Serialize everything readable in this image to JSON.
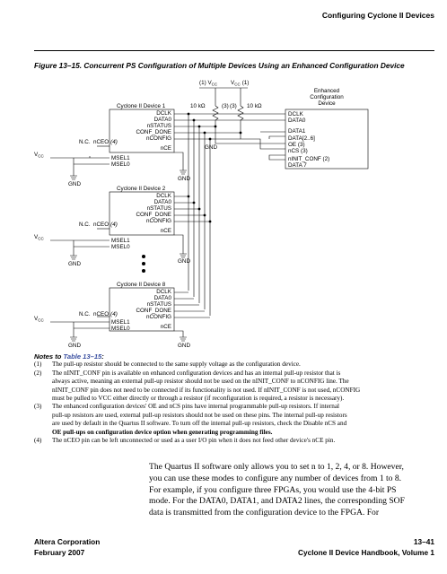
{
  "header": {
    "running_title": "Configuring Cyclone II Devices"
  },
  "figure": {
    "title": "Figure 13–15. Concurrent PS Configuration of Multiple Devices Using an Enhanced Configuration Device",
    "vcc_top1": "(1) V",
    "vcc_top1_sub": "CC",
    "vcc_top2": "V",
    "vcc_top2_sub": "CC",
    "vcc_top2_note": "(1)",
    "r1": "10 kΩ",
    "r2": "10 kΩ",
    "note3a": "(3)",
    "note3b": "(3)",
    "gnd": "GND",
    "nc": "N.C.",
    "vcc_left": "V",
    "vcc_left_sub": "CC",
    "devices": [
      {
        "name": "Cyclone II Device 1",
        "pins": [
          "DCLK",
          "DATA0",
          "nSTATUS",
          "CONF_DONE",
          "nCONFIG"
        ],
        "nceo": "nCEO",
        "nceo_note": "(4)",
        "nce": "nCE",
        "msel1": "MSEL1",
        "msel0": "MSEL0"
      },
      {
        "name": "Cyclone II Device 2",
        "pins": [
          "DCLK",
          "DATA0",
          "nSTATUS",
          "CONF_DONE",
          "nCONFIG"
        ],
        "nceo": "nCEO",
        "nceo_note": "(4)",
        "nce": "nCE",
        "msel1": "MSEL1",
        "msel0": "MSEL0"
      },
      {
        "name": "Cyclone II Device 8",
        "pins": [
          "DCLK",
          "DATA0",
          "nSTATUS",
          "CONF_DONE",
          "nCONFIG"
        ],
        "nceo": "nCEO",
        "nceo_note": "(4)",
        "nce": "nCE",
        "msel1": "MSEL1",
        "msel0": "MSEL0"
      }
    ],
    "enhanced": {
      "title_lines": [
        "Enhanced",
        "Configuration",
        "Device"
      ],
      "pins": [
        "DCLK",
        "DATA0",
        "DATA1",
        "DATA[2..6]",
        "OE (3)",
        "nCS (3)",
        "nINIT_CONF (2)",
        "DATA 7"
      ]
    }
  },
  "notes": {
    "heading_prefix": "Notes to ",
    "heading_link": "Table 13–15",
    "heading_suffix": ":",
    "items": [
      {
        "num": "(1)",
        "lines": [
          "The pull-up resistor should be connected to the same supply voltage as the configuration device."
        ]
      },
      {
        "num": "(2)",
        "lines": [
          "The nINIT_CONF pin is available on enhanced configuration devices and has an internal pull-up resistor that is",
          "always active, meaning an external pull-up resistor should not be used on the nINIT_CONF to nCONFIG line. The",
          "nINIT_CONF pin does not need to be connected if its functionality is not used. If nINIT_CONF is not used, nCONFIG",
          "must be pulled to VCC either directly or through a resistor (if reconfiguration is required, a resistor is necessary)."
        ]
      },
      {
        "num": "(3)",
        "lines": [
          "The enhanced configuration devices' OE and nCS pins have internal programmable pull-up resistors. If internal",
          "pull-up resistors are used, external pull-up resistors should not be used on these pins. The internal pull-up resistors",
          "are used by default in the Quartus II software. To turn off the internal pull-up resistors, check the Disable nCS and",
          "OE pull-ups on configuration device option when generating programming files."
        ]
      },
      {
        "num": "(4)",
        "lines": [
          "The nCEO pin can be left unconnected or used as a user I/O pin when it does not feed other device's nCE pin."
        ]
      }
    ]
  },
  "body_text": [
    "The Quartus II software only allows you to set n to 1, 2, 4, or 8. However,",
    "you can use these modes to configure any number of devices from 1 to 8.",
    "For example, if you configure three FPGAs, you would use the 4-bit PS",
    "mode. For the DATA0, DATA1, and DATA2 lines, the corresponding SOF",
    "data is transmitted from the configuration device to the FPGA. For"
  ],
  "footer": {
    "left_line1": "Altera Corporation",
    "left_line2": "February 2007",
    "right_line1": "13–41",
    "right_line2": "Cyclone II Device Handbook, Volume 1"
  }
}
